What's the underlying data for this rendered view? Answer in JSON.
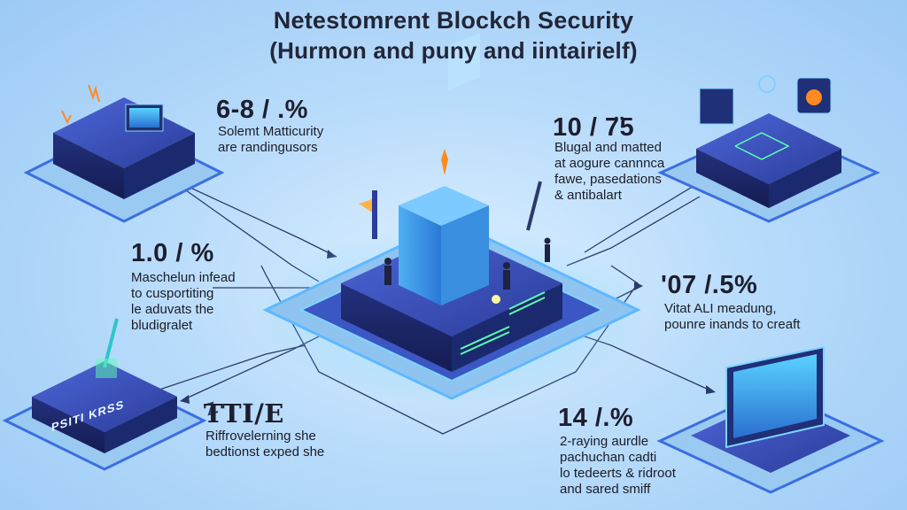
{
  "title": {
    "line1": "Netestomrent Blockch Security",
    "line2": "(Hurmon and puny and iintairielf)"
  },
  "blocks": {
    "top_left": {
      "stat": "6-8 / .%",
      "desc": "Solemt  Matticurity\nare randingusors"
    },
    "top_right": {
      "stat": "10 / 7̈5",
      "desc": "Blugal and matted\nat aogure cannnca\nfawe,  pasedations\n& antibalart"
    },
    "mid_left": {
      "stat": "1.0 / %",
      "desc": "Maschelun  infead\nto cusportiting\nle aduvats the\nbludigralet"
    },
    "mid_right": {
      "stat": "'07 /.5%",
      "desc": "Vitat  ALI  meadung,\npounre inands to creaft"
    },
    "bottom_left": {
      "stat": "TTI/E",
      "desc": "Riffrovelerning she\nbedtionst exped she"
    },
    "bottom_right": {
      "stat": "14 /.%",
      "desc": "2-raying aurdle\npachuchan  cadti\nlo tedeerts & ridroot\nand sared smiff"
    }
  },
  "server_label": "PSITI KRSS",
  "colors": {
    "background": "#b9dcfb",
    "platform_dark": "#1f2f78",
    "platform_mid": "#3a52c4",
    "glow": "#7fd4ff",
    "accent_green": "#5dffb0",
    "accent_orange": "#ff8a1f"
  }
}
